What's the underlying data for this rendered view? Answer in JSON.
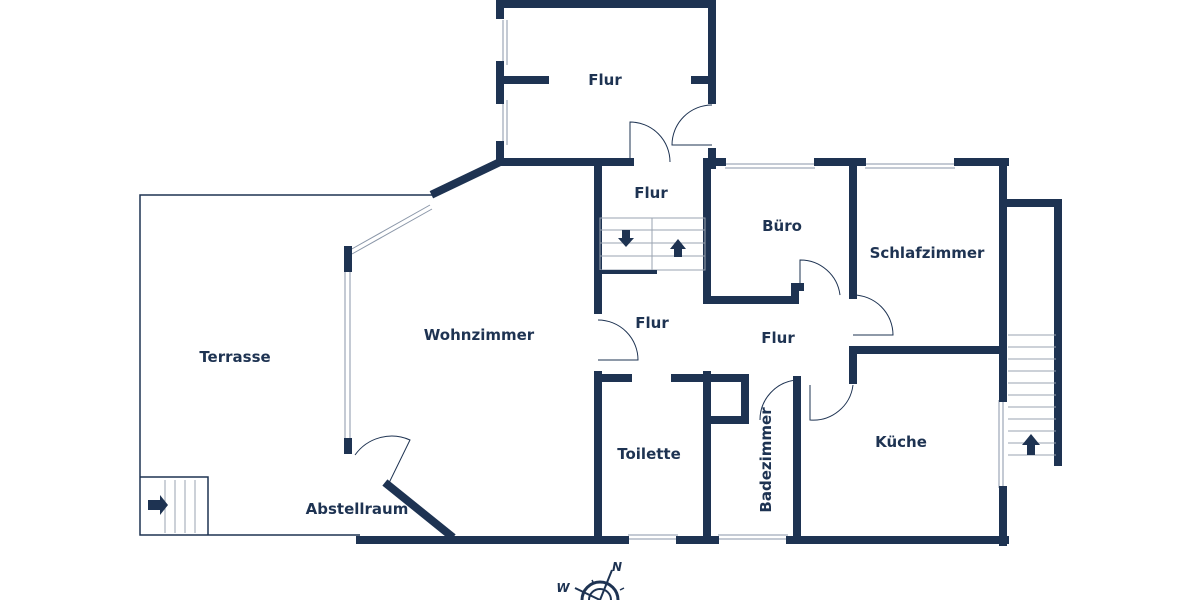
{
  "colors": {
    "wall": "#1e3352",
    "background": "#ffffff"
  },
  "rooms": [
    {
      "id": "flur-top",
      "label": "Flur"
    },
    {
      "id": "flur-stairs",
      "label": "Flur"
    },
    {
      "id": "buero",
      "label": "Büro"
    },
    {
      "id": "schlafzimmer",
      "label": "Schlafzimmer"
    },
    {
      "id": "terrasse",
      "label": "Terrasse"
    },
    {
      "id": "wohnzimmer",
      "label": "Wohnzimmer"
    },
    {
      "id": "flur-center",
      "label": "Flur"
    },
    {
      "id": "flur-right",
      "label": "Flur"
    },
    {
      "id": "toilette",
      "label": "Toilette"
    },
    {
      "id": "badezimmer",
      "label": "Badezimmer"
    },
    {
      "id": "kueche",
      "label": "Küche"
    },
    {
      "id": "abstellraum",
      "label": "Abstellraum"
    }
  ],
  "compass": {
    "north": "N",
    "west": "W"
  },
  "icons": [
    "stair-down-arrow-icon",
    "stair-up-arrow-icon",
    "compass-icon"
  ]
}
